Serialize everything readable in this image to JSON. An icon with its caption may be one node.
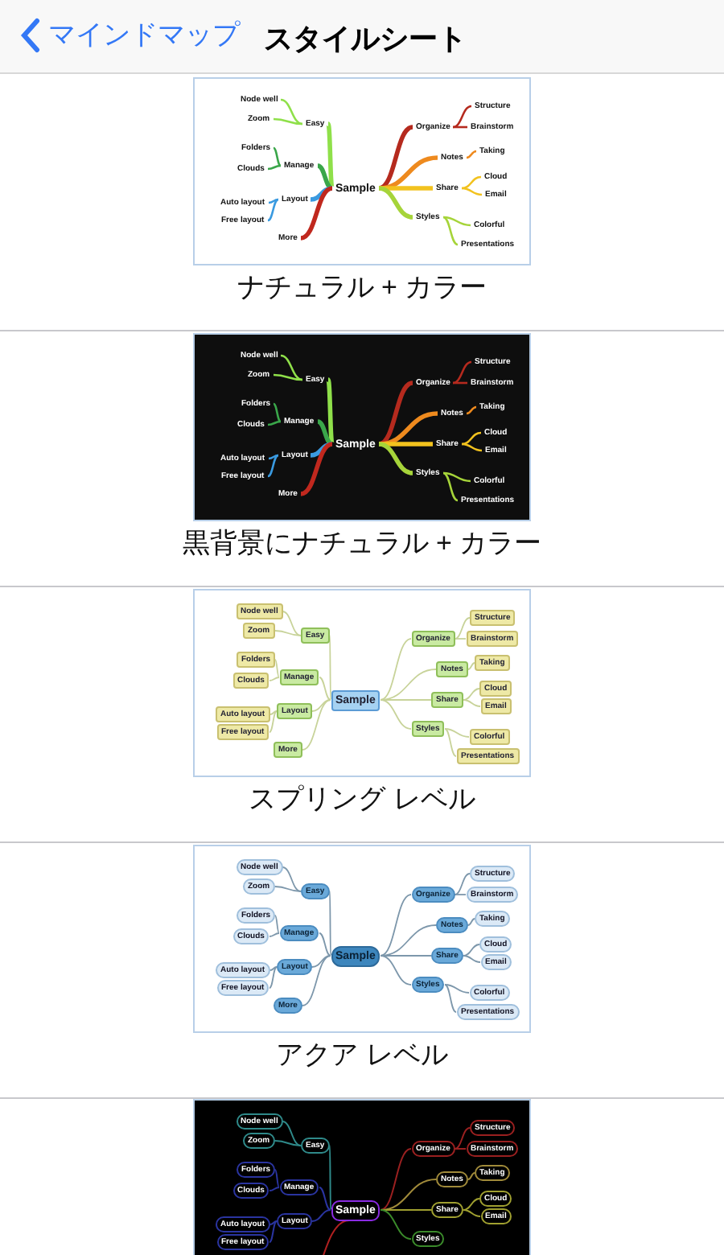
{
  "diagram": {
    "title": "スタイルシート",
    "labels": [
      "マインドマップ"
    ],
    "nodes": [
      {
        "text": [
          "ナチュラル + カラー"
        ]
      },
      {
        "text": [
          "Sample"
        ],
        "in": 0
      },
      {
        "text": [
          "Easy"
        ],
        "in": 0
      },
      {
        "text": [
          "Node well"
        ],
        "in": 0
      },
      {
        "text": [
          "Zoom"
        ],
        "in": 0
      },
      {
        "text": [
          "Manage"
        ],
        "in": 0
      },
      {
        "text": [
          "Folders"
        ],
        "in": 0
      },
      {
        "text": [
          "Clouds"
        ],
        "in": 0
      },
      {
        "text": [
          "Layout"
        ],
        "in": 0
      },
      {
        "text": [
          "Auto layout"
        ],
        "in": 0
      },
      {
        "text": [
          "Free layout"
        ],
        "in": 0
      },
      {
        "text": [
          "More"
        ],
        "in": 0
      },
      {
        "text": [
          "Organize"
        ],
        "in": 0
      },
      {
        "text": [
          "Structure"
        ],
        "in": 0
      },
      {
        "text": [
          "Brainstorm"
        ],
        "in": 0
      },
      {
        "text": [
          "Notes"
        ],
        "in": 0
      },
      {
        "text": [
          "Taking"
        ],
        "in": 0
      },
      {
        "text": [
          "Share"
        ],
        "in": 0
      },
      {
        "text": [
          "Cloud"
        ],
        "in": 0
      },
      {
        "text": [
          "Email"
        ],
        "in": 0
      },
      {
        "text": [
          "Styles"
        ],
        "in": 0
      },
      {
        "text": [
          "Colorful"
        ],
        "in": 0
      },
      {
        "text": [
          "Presentations"
        ],
        "in": 0
      },
      {
        "text": [
          "黒背景にナチュラル + カラー"
        ]
      },
      {
        "text": [
          "Sample"
        ],
        "in": 23
      },
      {
        "text": [
          "Easy"
        ],
        "in": 23
      },
      {
        "text": [
          "Node well"
        ],
        "in": 23
      },
      {
        "text": [
          "Zoom"
        ],
        "in": 23
      },
      {
        "text": [
          "Manage"
        ],
        "in": 23
      },
      {
        "text": [
          "Folders"
        ],
        "in": 23
      },
      {
        "text": [
          "Clouds"
        ],
        "in": 23
      },
      {
        "text": [
          "Layout"
        ],
        "in": 23
      },
      {
        "text": [
          "Auto layout"
        ],
        "in": 23
      },
      {
        "text": [
          "Free layout"
        ],
        "in": 23
      },
      {
        "text": [
          "More"
        ],
        "in": 23
      },
      {
        "text": [
          "Organize"
        ],
        "in": 23
      },
      {
        "text": [
          "Structure"
        ],
        "in": 23
      },
      {
        "text": [
          "Brainstorm"
        ],
        "in": 23
      },
      {
        "text": [
          "Notes"
        ],
        "in": 23
      },
      {
        "text": [
          "Taking"
        ],
        "in": 23
      },
      {
        "text": [
          "Share"
        ],
        "in": 23
      },
      {
        "text": [
          "Cloud"
        ],
        "in": 23
      },
      {
        "text": [
          "Email"
        ],
        "in": 23
      },
      {
        "text": [
          "Styles"
        ],
        "in": 23
      },
      {
        "text": [
          "Colorful"
        ],
        "in": 23
      },
      {
        "text": [
          "Presentations"
        ],
        "in": 23
      },
      {
        "text": [
          "スプリング レベル"
        ]
      },
      {
        "text": [
          "Sample"
        ],
        "in": 46
      },
      {
        "text": [
          "Easy"
        ],
        "in": 46
      },
      {
        "text": [
          "Node well"
        ],
        "in": 46
      },
      {
        "text": [
          "Zoom"
        ],
        "in": 46
      },
      {
        "text": [
          "Manage"
        ],
        "in": 46
      },
      {
        "text": [
          "Folders"
        ],
        "in": 46
      },
      {
        "text": [
          "Clouds"
        ],
        "in": 46
      },
      {
        "text": [
          "Layout"
        ],
        "in": 46
      },
      {
        "text": [
          "Auto layout"
        ],
        "in": 46
      },
      {
        "text": [
          "Free layout"
        ],
        "in": 46
      },
      {
        "text": [
          "More"
        ],
        "in": 46
      },
      {
        "text": [
          "Organize"
        ],
        "in": 46
      },
      {
        "text": [
          "Structure"
        ],
        "in": 46
      },
      {
        "text": [
          "Brainstorm"
        ],
        "in": 46
      },
      {
        "text": [
          "Notes"
        ],
        "in": 46
      },
      {
        "text": [
          "Taking"
        ],
        "in": 46
      },
      {
        "text": [
          "Share"
        ],
        "in": 46
      },
      {
        "text": [
          "Cloud"
        ],
        "in": 46
      },
      {
        "text": [
          "Email"
        ],
        "in": 46
      },
      {
        "text": [
          "Styles"
        ],
        "in": 46
      },
      {
        "text": [
          "Colorful"
        ],
        "in": 46
      },
      {
        "text": [
          "Presentations"
        ],
        "in": 46
      },
      {
        "text": [
          "アクア レベル"
        ]
      },
      {
        "text": [
          "Sample"
        ],
        "in": 69
      },
      {
        "text": [
          "Easy"
        ],
        "in": 69
      },
      {
        "text": [
          "Node well"
        ],
        "in": 69
      },
      {
        "text": [
          "Zoom"
        ],
        "in": 69
      },
      {
        "text": [
          "Manage"
        ],
        "in": 69
      },
      {
        "text": [
          "Folders"
        ],
        "in": 69
      },
      {
        "text": [
          "Clouds"
        ],
        "in": 69
      },
      {
        "text": [
          "Layout"
        ],
        "in": 69
      },
      {
        "text": [
          "Auto layout"
        ],
        "in": 69
      },
      {
        "text": [
          "Free layout"
        ],
        "in": 69
      },
      {
        "text": [
          "More"
        ],
        "in": 69
      },
      {
        "text": [
          "Organize"
        ],
        "in": 69
      },
      {
        "text": [
          "Structure"
        ],
        "in": 69
      },
      {
        "text": [
          "Brainstorm"
        ],
        "in": 69
      },
      {
        "text": [
          "Notes"
        ],
        "in": 69
      },
      {
        "text": [
          "Taking"
        ],
        "in": 69
      },
      {
        "text": [
          "Share"
        ],
        "in": 69
      },
      {
        "text": [
          "Cloud"
        ],
        "in": 69
      },
      {
        "text": [
          "Email"
        ],
        "in": 69
      },
      {
        "text": [
          "Styles"
        ],
        "in": 69
      },
      {
        "text": [
          "Colorful"
        ],
        "in": 69
      },
      {
        "text": [
          "Presentations"
        ],
        "in": 69
      },
      {
        "text": [],
        "shape": "box"
      },
      {
        "text": [
          "Sample"
        ],
        "in": 92
      },
      {
        "text": [
          "Easy"
        ],
        "in": 92
      },
      {
        "text": [
          "Node well"
        ],
        "in": 92
      },
      {
        "text": [
          "Zoom"
        ],
        "in": 92
      },
      {
        "text": [
          "Manage"
        ],
        "in": 92
      },
      {
        "text": [
          "Folders"
        ],
        "in": 92
      },
      {
        "text": [
          "Clouds"
        ],
        "in": 92
      },
      {
        "text": [
          "Layout"
        ],
        "in": 92
      },
      {
        "text": [
          "Auto layout"
        ],
        "in": 92
      },
      {
        "text": [
          "Free layout"
        ],
        "in": 92
      },
      {
        "text": [
          "Organize"
        ],
        "in": 92
      },
      {
        "text": [
          "Structure"
        ],
        "in": 92
      },
      {
        "text": [
          "Brainstorm"
        ],
        "in": 92
      },
      {
        "text": [
          "Notes"
        ],
        "in": 92
      },
      {
        "text": [
          "Taking"
        ],
        "in": 92
      },
      {
        "text": [
          "Share"
        ],
        "in": 92
      },
      {
        "text": [
          "Cloud"
        ],
        "in": 92
      },
      {
        "text": [
          "Email"
        ],
        "in": 92
      },
      {
        "text": [
          "Styles"
        ],
        "in": 92
      }
    ],
    "edges": [
      {
        "from": 1,
        "to": 2,
        "arrow": "none",
        "style": "thick",
        "color": "#8fe04a"
      },
      {
        "from": 2,
        "to": 3,
        "arrow": "none",
        "color": "#8fe04a"
      },
      {
        "from": 2,
        "to": 4,
        "arrow": "none",
        "color": "#8fe04a"
      },
      {
        "from": 1,
        "to": 5,
        "arrow": "none",
        "style": "thick",
        "color": "#3aa64a"
      },
      {
        "from": 5,
        "to": 6,
        "arrow": "none",
        "color": "#3aa64a"
      },
      {
        "from": 5,
        "to": 7,
        "arrow": "none",
        "color": "#3aa64a"
      },
      {
        "from": 1,
        "to": 8,
        "arrow": "none",
        "style": "thick",
        "color": "#3a9ae0"
      },
      {
        "from": 8,
        "to": 9,
        "arrow": "none",
        "color": "#3a9ae0"
      },
      {
        "from": 8,
        "to": 10,
        "arrow": "none",
        "color": "#3a9ae0"
      },
      {
        "from": 1,
        "to": 11,
        "arrow": "none",
        "style": "thick",
        "color": "#c0281e"
      },
      {
        "from": 1,
        "to": 12,
        "arrow": "none",
        "style": "thick",
        "color": "#b52a1e"
      },
      {
        "from": 12,
        "to": 13,
        "arrow": "none",
        "color": "#b52a1e"
      },
      {
        "from": 12,
        "to": 14,
        "arrow": "none",
        "color": "#b52a1e"
      },
      {
        "from": 1,
        "to": 15,
        "arrow": "none",
        "style": "thick",
        "color": "#ee8a1e"
      },
      {
        "from": 15,
        "to": 16,
        "arrow": "none",
        "color": "#ee8a1e"
      },
      {
        "from": 1,
        "to": 17,
        "arrow": "none",
        "style": "thick",
        "color": "#f2c21e"
      },
      {
        "from": 17,
        "to": 18,
        "arrow": "none",
        "color": "#f2c21e"
      },
      {
        "from": 17,
        "to": 19,
        "arrow": "none",
        "color": "#f2c21e"
      },
      {
        "from": 1,
        "to": 20,
        "arrow": "none",
        "style": "thick",
        "color": "#a6d43a"
      },
      {
        "from": 20,
        "to": 21,
        "arrow": "none",
        "color": "#a6d43a"
      },
      {
        "from": 20,
        "to": 22,
        "arrow": "none",
        "color": "#a6d43a"
      },
      {
        "from": 24,
        "to": 25,
        "arrow": "none",
        "style": "thick",
        "color": "#8fe04a"
      },
      {
        "from": 25,
        "to": 26,
        "arrow": "none",
        "color": "#8fe04a"
      },
      {
        "from": 25,
        "to": 27,
        "arrow": "none",
        "color": "#8fe04a"
      },
      {
        "from": 24,
        "to": 28,
        "arrow": "none",
        "style": "thick",
        "color": "#3aa64a"
      },
      {
        "from": 28,
        "to": 29,
        "arrow": "none",
        "color": "#3aa64a"
      },
      {
        "from": 28,
        "to": 30,
        "arrow": "none",
        "color": "#3aa64a"
      },
      {
        "from": 24,
        "to": 31,
        "arrow": "none",
        "style": "thick",
        "color": "#3a9ae0"
      },
      {
        "from": 31,
        "to": 32,
        "arrow": "none",
        "color": "#3a9ae0"
      },
      {
        "from": 31,
        "to": 33,
        "arrow": "none",
        "color": "#3a9ae0"
      },
      {
        "from": 24,
        "to": 34,
        "arrow": "none",
        "style": "thick",
        "color": "#c0281e"
      },
      {
        "from": 24,
        "to": 35,
        "arrow": "none",
        "style": "thick",
        "color": "#b52a1e"
      },
      {
        "from": 35,
        "to": 36,
        "arrow": "none",
        "color": "#b52a1e"
      },
      {
        "from": 35,
        "to": 37,
        "arrow": "none",
        "color": "#b52a1e"
      },
      {
        "from": 24,
        "to": 38,
        "arrow": "none",
        "style": "thick",
        "color": "#ee8a1e"
      },
      {
        "from": 38,
        "to": 39,
        "arrow": "none",
        "color": "#ee8a1e"
      },
      {
        "from": 24,
        "to": 40,
        "arrow": "none",
        "style": "thick",
        "color": "#f2c21e"
      },
      {
        "from": 40,
        "to": 41,
        "arrow": "none",
        "color": "#f2c21e"
      },
      {
        "from": 40,
        "to": 42,
        "arrow": "none",
        "color": "#f2c21e"
      },
      {
        "from": 24,
        "to": 43,
        "arrow": "none",
        "style": "thick",
        "color": "#a6d43a"
      },
      {
        "from": 43,
        "to": 44,
        "arrow": "none",
        "color": "#a6d43a"
      },
      {
        "from": 43,
        "to": 45,
        "arrow": "none",
        "color": "#a6d43a"
      },
      {
        "from": 47,
        "to": 48,
        "arrow": "none",
        "color": "#c8d39a"
      },
      {
        "from": 48,
        "to": 49,
        "arrow": "none",
        "color": "#c8d39a"
      },
      {
        "from": 48,
        "to": 50,
        "arrow": "none",
        "color": "#c8d39a"
      },
      {
        "from": 47,
        "to": 51,
        "arrow": "none",
        "color": "#c8d39a"
      },
      {
        "from": 51,
        "to": 52,
        "arrow": "none",
        "color": "#c8d39a"
      },
      {
        "from": 51,
        "to": 53,
        "arrow": "none",
        "color": "#c8d39a"
      },
      {
        "from": 47,
        "to": 54,
        "arrow": "none",
        "color": "#c8d39a"
      },
      {
        "from": 54,
        "to": 55,
        "arrow": "none",
        "color": "#c8d39a"
      },
      {
        "from": 54,
        "to": 56,
        "arrow": "none",
        "color": "#c8d39a"
      },
      {
        "from": 47,
        "to": 57,
        "arrow": "none",
        "color": "#c8d39a"
      },
      {
        "from": 47,
        "to": 58,
        "arrow": "none",
        "color": "#c8d39a"
      },
      {
        "from": 58,
        "to": 59,
        "arrow": "none",
        "color": "#c8d39a"
      },
      {
        "from": 58,
        "to": 60,
        "arrow": "none",
        "color": "#c8d39a"
      },
      {
        "from": 47,
        "to": 61,
        "arrow": "none",
        "color": "#c8d39a"
      },
      {
        "from": 61,
        "to": 62,
        "arrow": "none",
        "color": "#c8d39a"
      },
      {
        "from": 47,
        "to": 63,
        "arrow": "none",
        "color": "#c8d39a"
      },
      {
        "from": 63,
        "to": 64,
        "arrow": "none",
        "color": "#c8d39a"
      },
      {
        "from": 63,
        "to": 65,
        "arrow": "none",
        "color": "#c8d39a"
      },
      {
        "from": 47,
        "to": 66,
        "arrow": "none",
        "color": "#c8d39a"
      },
      {
        "from": 66,
        "to": 67,
        "arrow": "none",
        "color": "#c8d39a"
      },
      {
        "from": 66,
        "to": 68,
        "arrow": "none",
        "color": "#c8d39a"
      },
      {
        "from": 70,
        "to": 71,
        "arrow": "none",
        "color": "#7d97ab"
      },
      {
        "from": 71,
        "to": 72,
        "arrow": "none",
        "color": "#7d97ab"
      },
      {
        "from": 71,
        "to": 73,
        "arrow": "none",
        "color": "#7d97ab"
      },
      {
        "from": 70,
        "to": 74,
        "arrow": "none",
        "color": "#7d97ab"
      },
      {
        "from": 74,
        "to": 75,
        "arrow": "none",
        "color": "#7d97ab"
      },
      {
        "from": 74,
        "to": 76,
        "arrow": "none",
        "color": "#7d97ab"
      },
      {
        "from": 70,
        "to": 77,
        "arrow": "none",
        "color": "#7d97ab"
      },
      {
        "from": 77,
        "to": 78,
        "arrow": "none",
        "color": "#7d97ab"
      },
      {
        "from": 77,
        "to": 79,
        "arrow": "none",
        "color": "#7d97ab"
      },
      {
        "from": 70,
        "to": 80,
        "arrow": "none",
        "color": "#7d97ab"
      },
      {
        "from": 70,
        "to": 81,
        "arrow": "none",
        "color": "#7d97ab"
      },
      {
        "from": 81,
        "to": 82,
        "arrow": "none",
        "color": "#7d97ab"
      },
      {
        "from": 81,
        "to": 83,
        "arrow": "none",
        "color": "#7d97ab"
      },
      {
        "from": 70,
        "to": 84,
        "arrow": "none",
        "color": "#7d97ab"
      },
      {
        "from": 84,
        "to": 85,
        "arrow": "none",
        "color": "#7d97ab"
      },
      {
        "from": 70,
        "to": 86,
        "arrow": "none",
        "color": "#7d97ab"
      },
      {
        "from": 86,
        "to": 87,
        "arrow": "none",
        "color": "#7d97ab"
      },
      {
        "from": 86,
        "to": 88,
        "arrow": "none",
        "color": "#7d97ab"
      },
      {
        "from": 70,
        "to": 89,
        "arrow": "none",
        "color": "#7d97ab"
      },
      {
        "from": 89,
        "to": 90,
        "arrow": "none",
        "color": "#7d97ab"
      },
      {
        "from": 89,
        "to": 91,
        "arrow": "none",
        "color": "#7d97ab"
      },
      {
        "from": 93,
        "to": 94,
        "arrow": "none",
        "color": "#2f8a8a"
      },
      {
        "from": 94,
        "to": 95,
        "arrow": "none",
        "color": "#2f8a8a"
      },
      {
        "from": 94,
        "to": 96,
        "arrow": "none",
        "color": "#2f8a8a"
      },
      {
        "from": 93,
        "to": 97,
        "arrow": "none",
        "color": "#2a34a0"
      },
      {
        "from": 97,
        "to": 98,
        "arrow": "none",
        "color": "#2a34a0"
      },
      {
        "from": 97,
        "to": 99,
        "arrow": "none",
        "color": "#2a34a0"
      },
      {
        "from": 93,
        "to": 100,
        "arrow": "none",
        "color": "#2a34a0"
      },
      {
        "from": 100,
        "to": 101,
        "arrow": "none",
        "color": "#2a34a0"
      },
      {
        "from": 100,
        "to": 102,
        "arrow": "none",
        "color": "#2a34a0"
      },
      {
        "from": 93,
        "to": null,
        "arrow": "none",
        "color": "#b02020"
      },
      {
        "from": 93,
        "to": 103,
        "arrow": "none",
        "color": "#9a2020"
      },
      {
        "from": 103,
        "to": 104,
        "arrow": "none",
        "color": "#9a2020"
      },
      {
        "from": 103,
        "to": 105,
        "arrow": "none",
        "color": "#9a2020"
      },
      {
        "from": 93,
        "to": 106,
        "arrow": "none",
        "color": "#a08a3a"
      },
      {
        "from": 106,
        "to": 107,
        "arrow": "none",
        "color": "#a08a3a"
      },
      {
        "from": 93,
        "to": 108,
        "arrow": "none",
        "color": "#a0a030"
      },
      {
        "from": 108,
        "to": 109,
        "arrow": "none",
        "color": "#a0a030"
      },
      {
        "from": 108,
        "to": 110,
        "arrow": "none",
        "color": "#a0a030"
      },
      {
        "from": 93,
        "to": 111,
        "arrow": "none",
        "color": "#3a8a2a"
      }
    ]
  }
}
